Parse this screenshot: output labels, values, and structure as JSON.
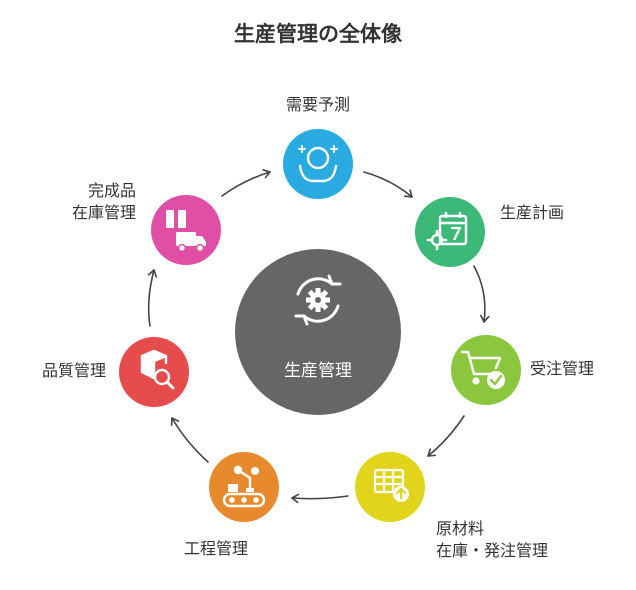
{
  "title": "生産管理の全体像",
  "center": {
    "label": "生産管理",
    "color": "#666666",
    "icon": "gear-cycle-icon"
  },
  "nodes": [
    {
      "id": "demand-forecast",
      "label_lines": [
        "需要予測"
      ],
      "color": "#29ABE2",
      "icon": "crystal-ball-icon"
    },
    {
      "id": "production-planning",
      "label_lines": [
        "生産計画"
      ],
      "color": "#3CB878",
      "icon": "calendar-gear-icon"
    },
    {
      "id": "order-management",
      "label_lines": [
        "受注管理"
      ],
      "color": "#8CC63F",
      "icon": "cart-check-icon"
    },
    {
      "id": "materials-management",
      "label_lines": [
        "原材料",
        "在庫・発注管理"
      ],
      "color": "#E2D41A",
      "icon": "spreadsheet-upload-icon"
    },
    {
      "id": "process-management",
      "label_lines": [
        "工程管理"
      ],
      "color": "#E78A2E",
      "icon": "conveyor-robot-icon"
    },
    {
      "id": "quality-management",
      "label_lines": [
        "品質管理"
      ],
      "color": "#E64C4C",
      "icon": "box-magnifier-icon"
    },
    {
      "id": "finished-goods-inventory",
      "label_lines": [
        "完成品",
        "在庫管理"
      ],
      "color": "#E04FA6",
      "icon": "package-truck-icon"
    }
  ],
  "cycle_direction": "clockwise"
}
